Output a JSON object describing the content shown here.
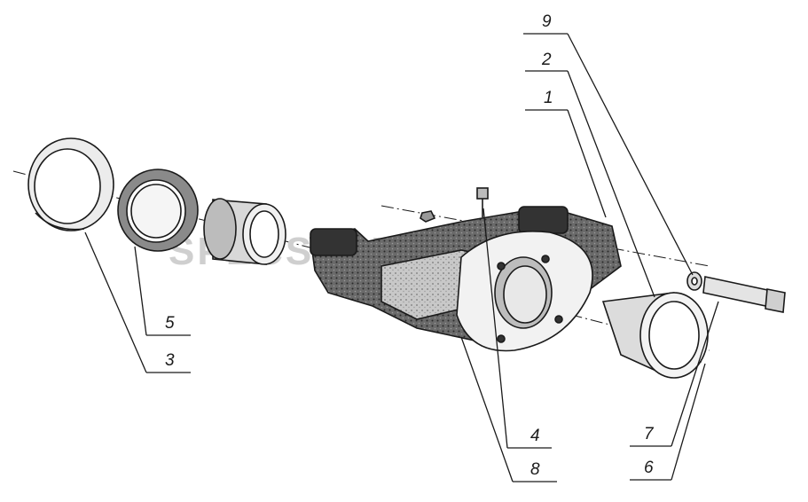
{
  "watermark": "SPECSERVER.COM",
  "callouts": [
    {
      "id": "9",
      "label": "9"
    },
    {
      "id": "2",
      "label": "2"
    },
    {
      "id": "1",
      "label": "1"
    },
    {
      "id": "5",
      "label": "5"
    },
    {
      "id": "3",
      "label": "3"
    },
    {
      "id": "4",
      "label": "4"
    },
    {
      "id": "8",
      "label": "8"
    },
    {
      "id": "7",
      "label": "7"
    },
    {
      "id": "6",
      "label": "6"
    }
  ],
  "colors": {
    "ink": "#1a1a1a",
    "paper": "#ffffff",
    "shade": "#555555"
  }
}
